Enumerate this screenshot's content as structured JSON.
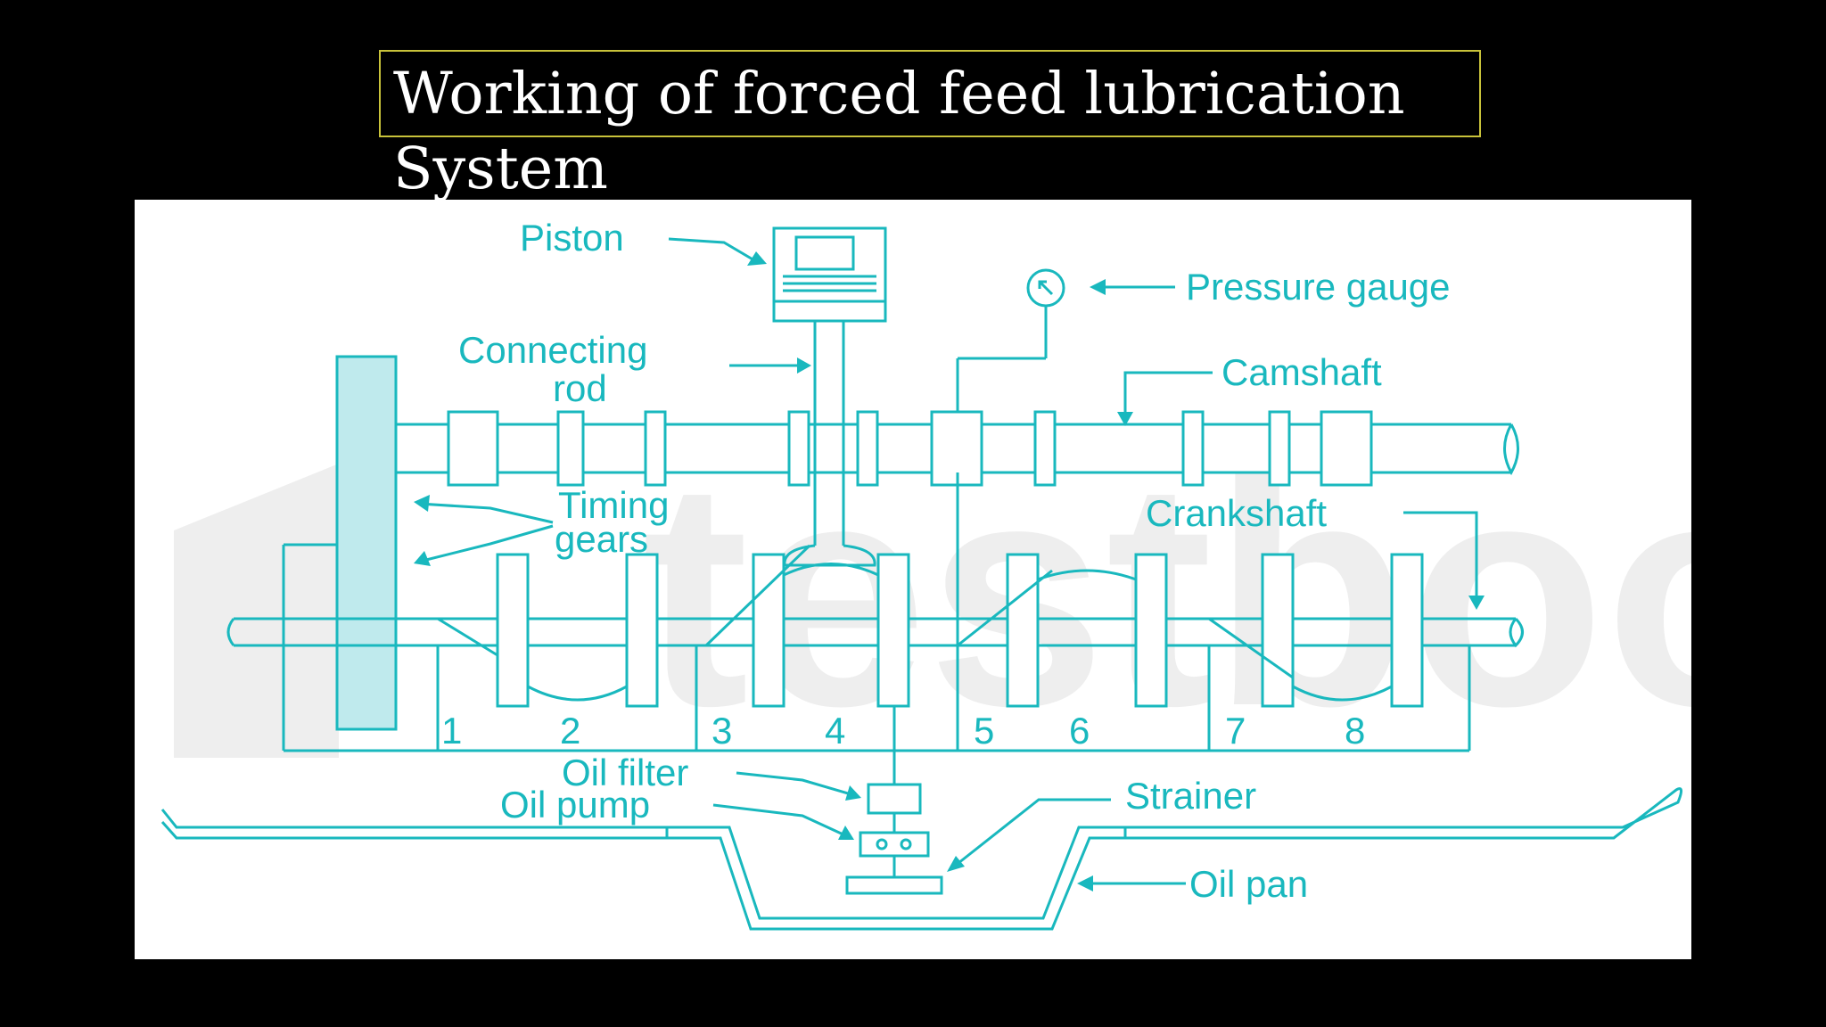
{
  "slide": {
    "title": "Working of forced feed lubrication System"
  },
  "diagram": {
    "watermark": "testbook",
    "labels": {
      "piston": "Piston",
      "pressure_gauge": "Pressure gauge",
      "connecting_rod_1": "Connecting",
      "connecting_rod_2": "rod",
      "camshaft": "Camshaft",
      "timing_gears_1": "Timing",
      "timing_gears_2": "gears",
      "crankshaft": "Crankshaft",
      "oil_filter": "Oil filter",
      "oil_pump": "Oil pump",
      "strainer": "Strainer",
      "oil_pan": "Oil pan"
    },
    "bearing_numbers": [
      "1",
      "2",
      "3",
      "4",
      "5",
      "6",
      "7",
      "8"
    ],
    "line_color": "#19b8be",
    "gear_fill": "#bfeaed"
  }
}
